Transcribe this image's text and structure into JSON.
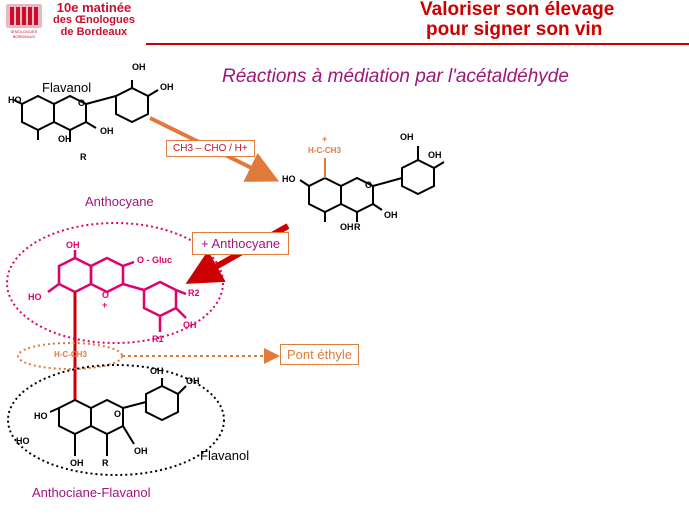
{
  "header": {
    "event_line1": "10e matinée",
    "event_line2": "des Œnologues",
    "event_line3": "de Bordeaux",
    "logo_text": "ŒNOLOGUES BORDEAUX",
    "title_line1": "Valoriser son élevage",
    "title_line2": "pour signer son vin"
  },
  "subtitle": "Réactions à médiation par l'acétaldéhyde",
  "labels": {
    "flavanol_top": "Flavanol",
    "anthocyane": "Anthocyane",
    "flavanol_bottom": "Flavanol",
    "product": "Anthociane-Flavanol",
    "reagent": "CH3 – CHO / H+",
    "plus_anthocyane": "+ Anthocyane",
    "bridge": "Pont éthyle",
    "bridge_group": "H-C-CH3",
    "intermediate_group": "H-C-CH3",
    "o_gluc": "O - Gluc",
    "r1": "R1",
    "r2": "R2"
  },
  "colors": {
    "red": "#cc0000",
    "magenta": "#e0006c",
    "purple": "#a0157a",
    "orange": "#e07a3a"
  }
}
